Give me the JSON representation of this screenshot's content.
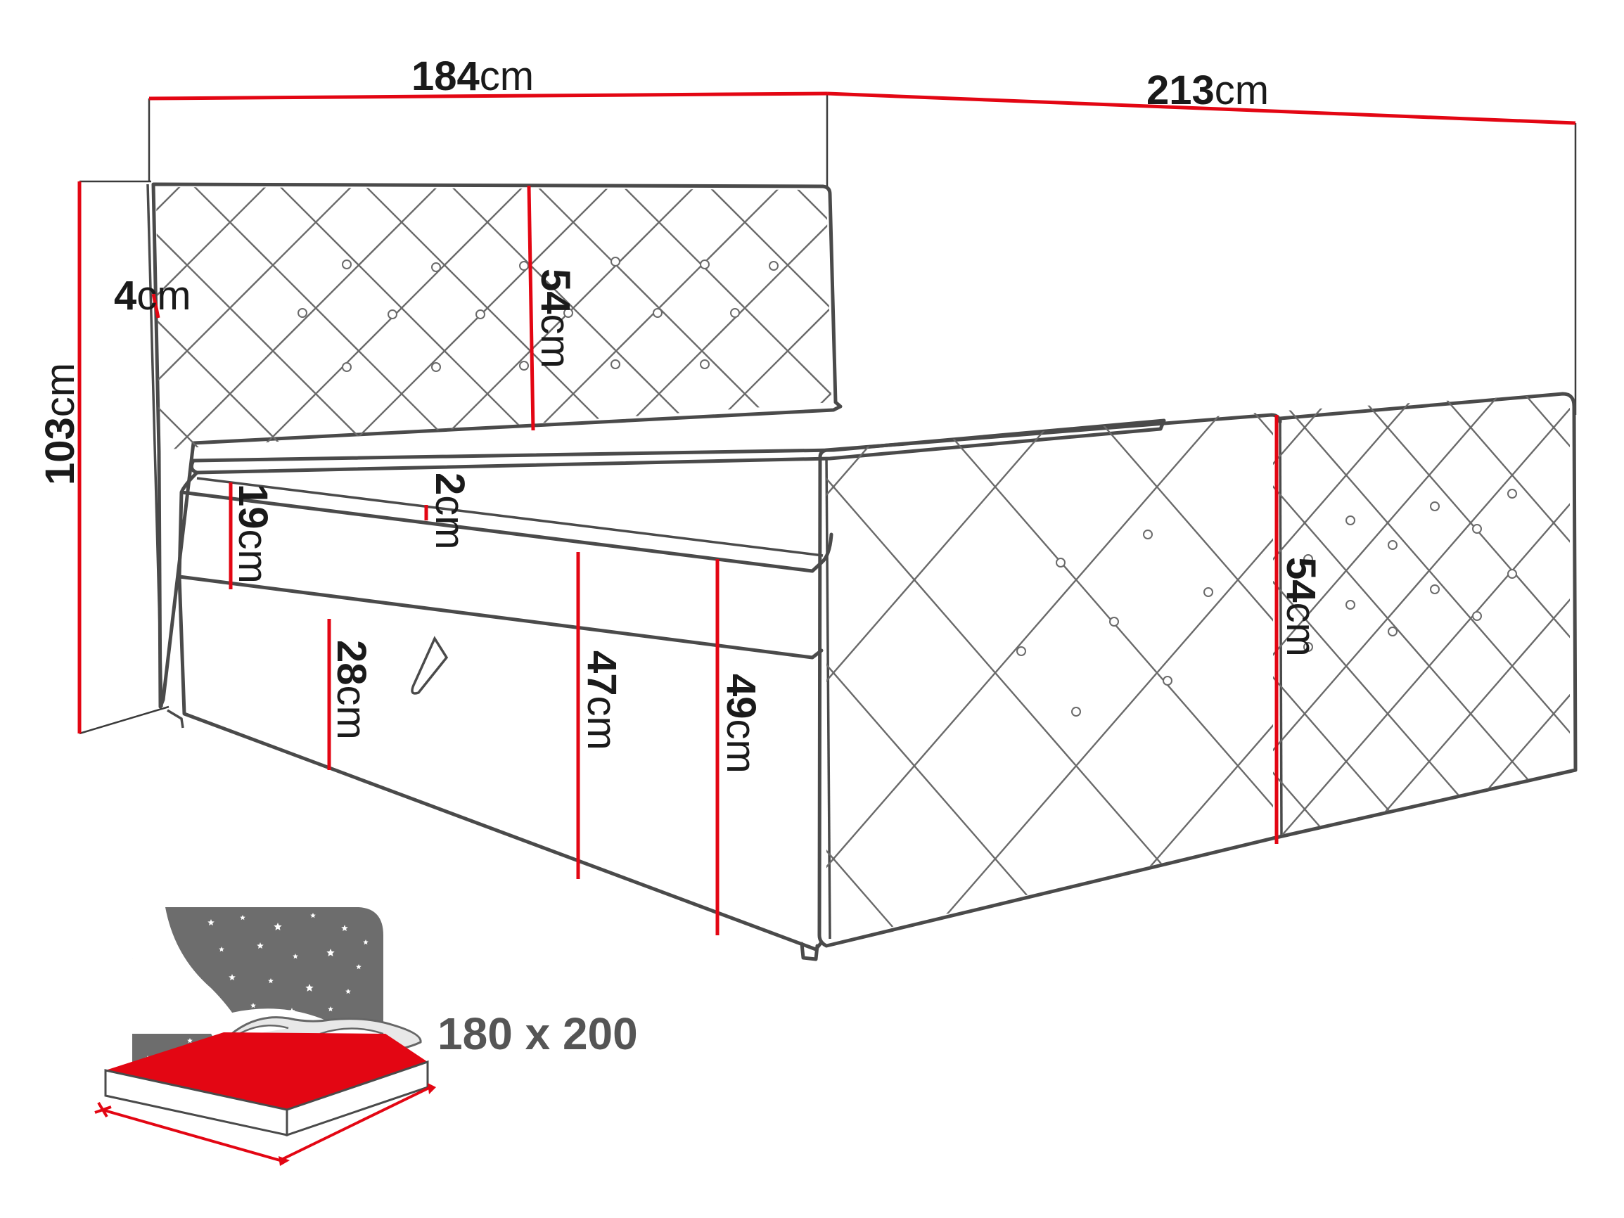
{
  "dimensions": {
    "width": {
      "value": "184",
      "unit": "cm"
    },
    "length": {
      "value": "213",
      "unit": "cm"
    },
    "total_height": {
      "value": "103",
      "unit": "cm"
    },
    "headboard_thickness": {
      "value": "4",
      "unit": "cm"
    },
    "headboard_height": {
      "value": "54",
      "unit": "cm"
    },
    "side_height": {
      "value": "54",
      "unit": "cm"
    },
    "topper": {
      "value": "2",
      "unit": "cm"
    },
    "mattress": {
      "value": "19",
      "unit": "cm"
    },
    "base_front": {
      "value": "28",
      "unit": "cm"
    },
    "base_side": {
      "value": "47",
      "unit": "cm"
    },
    "sleep_height": {
      "value": "49",
      "unit": "cm"
    }
  },
  "mattress_size": "180 x 200",
  "colors": {
    "dimension_line": "#e30613",
    "outline": "#4a4a4a",
    "label": "#1a1a1a",
    "size_label": "#555555"
  },
  "icons": {
    "mattress_icon": "mattress-night-sky-icon"
  }
}
